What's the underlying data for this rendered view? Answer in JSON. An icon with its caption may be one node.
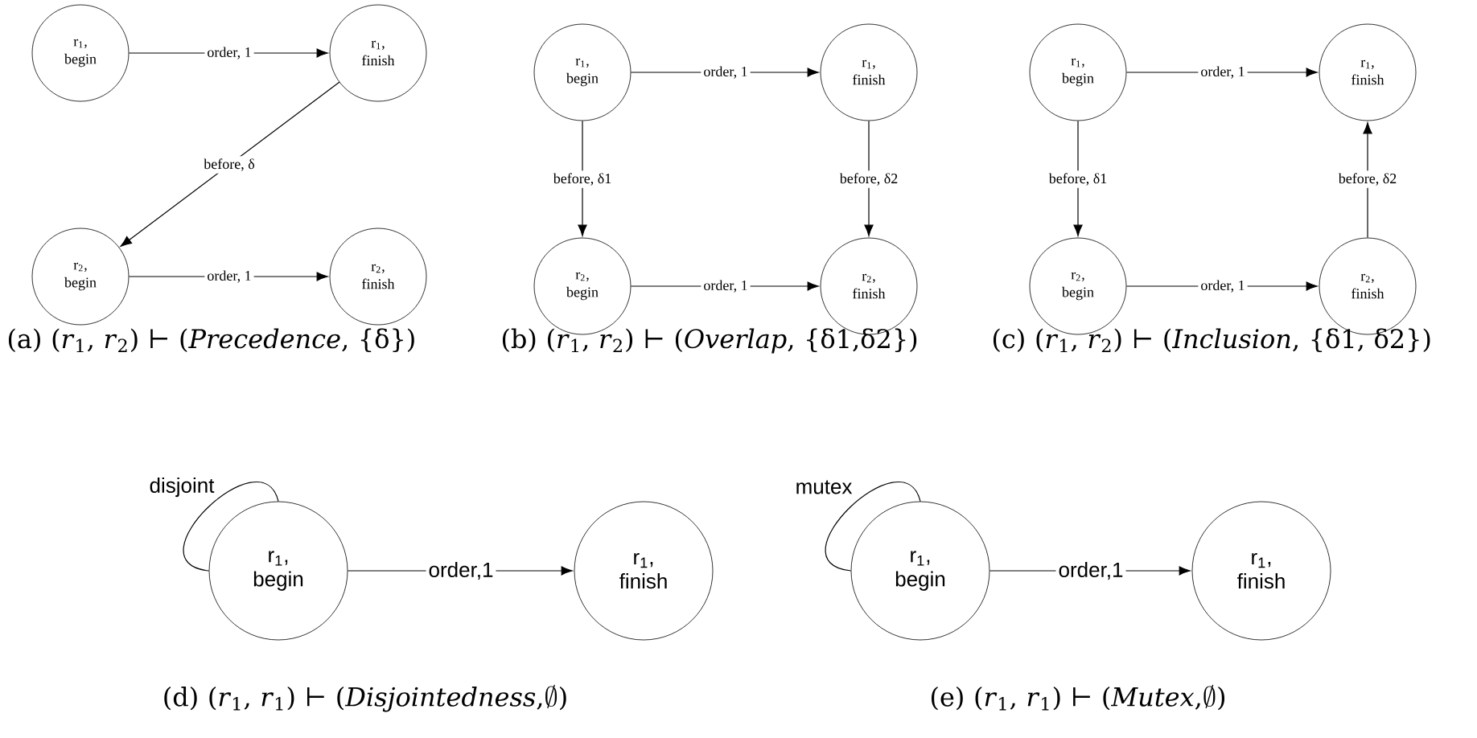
{
  "diagram": {
    "nodes": [
      {
        "text": [
          "r$_{1}$, begin"
        ]
      },
      {
        "text": [
          "r$_{1}$, finish"
        ]
      },
      {
        "text": [
          "r$_{2}$, begin"
        ]
      },
      {
        "text": [
          "r$_{2}$, finish"
        ]
      },
      {
        "text": [
          "r$_{1}$, begin"
        ]
      },
      {
        "text": [
          "r$_{1}$, finish"
        ]
      },
      {
        "text": [
          "r$_{2}$, begin"
        ]
      },
      {
        "text": [
          "r$_{2}$, finish"
        ]
      },
      {
        "text": [
          "r$_{1}$, begin"
        ]
      },
      {
        "text": [
          "r$_{1}$, finish"
        ]
      },
      {
        "text": [
          "r$_{2}$, begin"
        ]
      },
      {
        "text": [
          "r$_{2}$, finish"
        ]
      },
      {
        "text": [
          "r$_{1}$, begin"
        ]
      },
      {
        "text": [
          "r$_{1}$, finish"
        ]
      },
      {
        "text": [
          "r$_{1}$, begin"
        ]
      },
      {
        "text": [
          "r$_{1}$, finish"
        ]
      }
    ],
    "edges": [
      {
        "from": 0,
        "to": 1,
        "arrow": "to",
        "label": "order, 1"
      },
      {
        "from": 1,
        "to": 2,
        "arrow": "to",
        "label": "before, δ"
      },
      {
        "from": 2,
        "to": 3,
        "arrow": "to",
        "label": "order, 1"
      },
      {
        "from": 4,
        "to": 5,
        "arrow": "to",
        "label": "order, 1"
      },
      {
        "from": 4,
        "to": 6,
        "arrow": "to",
        "label": "before, δ1"
      },
      {
        "from": 5,
        "to": 7,
        "arrow": "to",
        "label": "before, δ2"
      },
      {
        "from": 6,
        "to": 7,
        "arrow": "to",
        "label": "order, 1"
      },
      {
        "from": 8,
        "to": 9,
        "arrow": "to",
        "label": "order, 1"
      },
      {
        "from": 8,
        "to": 10,
        "arrow": "to",
        "label": "before, δ1"
      },
      {
        "from": 11,
        "to": 9,
        "arrow": "to",
        "label": "before, δ2"
      },
      {
        "from": 10,
        "to": 11,
        "arrow": "to",
        "label": "order, 1"
      },
      {
        "from": 12,
        "to": 12,
        "arrow": "none",
        "label": "disjoint"
      },
      {
        "from": 12,
        "to": 13,
        "arrow": "to",
        "label": "order,1"
      },
      {
        "from": 14,
        "to": 14,
        "arrow": "none",
        "label": "mutex"
      },
      {
        "from": 14,
        "to": 15,
        "arrow": "to",
        "label": "order,1"
      }
    ],
    "labels": [
      "(a) (*r*$_{1}$, *r*$_{2}$) ⊢ (*Precedence*, {δ})",
      "(b) (*r*$_{1}$, *r*$_{2}$) ⊢ (*Overlap*, {δ1,δ2})",
      "(c) (*r*$_{1}$, *r*$_{2}$) ⊢ (*Inclusion*, {δ1, δ2})",
      "(d) (*r*$_{1}$, *r*$_{1}$) ⊢ (*Disjointedness*,∅)",
      "(e) (*r*$_{1}$, *r*$_{1}$) ⊢ (*Mutex*,∅)"
    ]
  }
}
